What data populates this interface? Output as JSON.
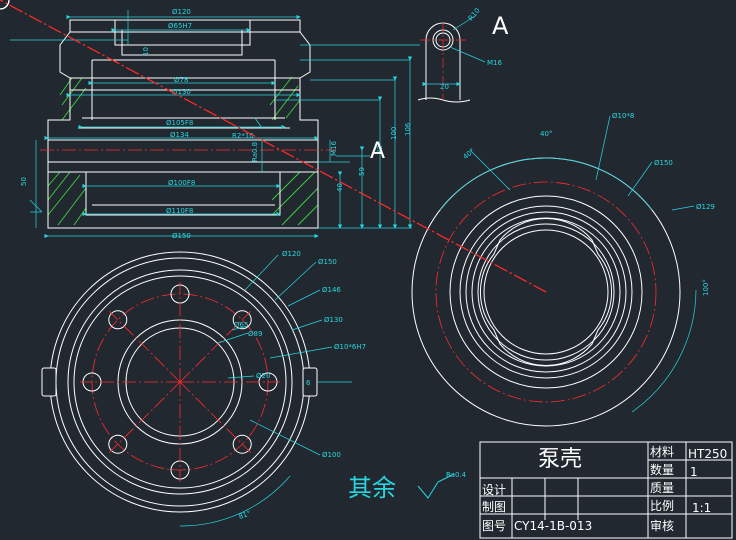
{
  "title_block": {
    "part_name": "泵壳",
    "material_label": "材料",
    "material_value": "HT250",
    "quantity_label": "数量",
    "quantity_value": "1",
    "mass_label": "质量",
    "scale_label": "比例",
    "scale_value": "1:1",
    "design_label": "设计",
    "draw_label": "制图",
    "drawing_no_label": "图号",
    "drawing_no_value": "CY14-1B-013",
    "review_label": "审核"
  },
  "section_marks": {
    "a1": "A",
    "a2": "A"
  },
  "note": {
    "rest_text": "其余",
    "roughness": "Ra0.4"
  },
  "front_view": {
    "d120": "Ø120",
    "d65h7": "Ø65H7",
    "d78": "Ø78",
    "d130": "Ø130",
    "d105f8": "Ø105F8",
    "d134": "Ø134",
    "d100f8": "Ø100F8",
    "d110f8": "Ø110F8",
    "d150": "Ø150",
    "r2x10": "R2*10",
    "ra08": "Ra0.8",
    "m16": "M16",
    "h10": "10",
    "h40": "40",
    "h59": "59",
    "h82": "82",
    "h100": "100",
    "h106": "106",
    "h50": "50"
  },
  "detail_view": {
    "r10": "R10",
    "m16": "M16",
    "w20": "20"
  },
  "bottom_view": {
    "d120": "Ø120",
    "d150": "Ø150",
    "d146": "Ø146",
    "d130": "Ø130",
    "d10h7": "Ø10*6H7",
    "d65": "Ø65",
    "d89": "Ø89",
    "d20": "Ø20",
    "d100": "Ø100",
    "w6": "6",
    "a81": "81°"
  },
  "right_view": {
    "d10x8": "Ø10*8",
    "d150": "Ø150",
    "d129": "Ø129",
    "a40": "40°",
    "a40b": "40°",
    "a100": "100°"
  },
  "colors": {
    "background": "#212830",
    "outline": "#ffffff",
    "dimension": "#29d6e0",
    "centerline": "#ff2b2b",
    "hatch": "#3cd43c",
    "annotation": "#29d6e0"
  }
}
